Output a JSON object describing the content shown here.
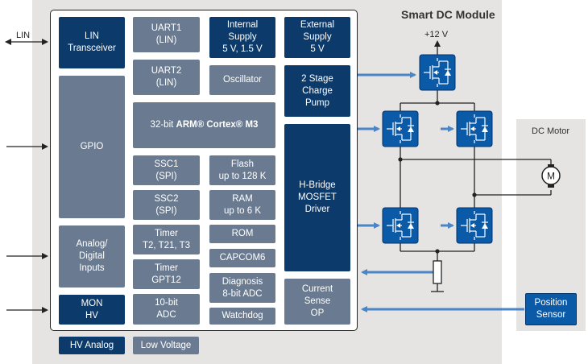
{
  "title": "Smart DC Module",
  "motor_title": "DC Motor",
  "lin_label": "LIN",
  "supply_label": "+12 V",
  "motor_symbol": "M",
  "blocks": {
    "lin": "LIN\nTransceiver",
    "gpio": "GPIO",
    "analog": "Analog/\nDigital\nInputs",
    "mon": "MON\nHV",
    "uart1": "UART1\n(LIN)",
    "uart2": "UART2\n(LIN)",
    "cpu_prefix": "32-bit ",
    "cpu_brand": "ARM® Cortex® M3",
    "ssc1": "SSC1\n(SPI)",
    "ssc2": "SSC2\n(SPI)",
    "timer1": "Timer\nT2, T21, T3",
    "timer2": "Timer\nGPT12",
    "adc10": "10-bit\nADC",
    "int_supply": "Internal\nSupply\n5 V, 1.5 V",
    "oscillator": "Oscillator",
    "flash": "Flash\nup to 128 K",
    "ram": "RAM\nup to 6 K",
    "rom": "ROM",
    "capcom": "CAPCOM6",
    "diag": "Diagnosis\n8-bit ADC",
    "watchdog": "Watchdog",
    "ext_supply": "External\nSupply\n5 V",
    "charge_pump": "2 Stage\nCharge\nPump",
    "hbridge": "H-Bridge\nMOSFET\nDriver",
    "current_sense": "Current\nSense\nOP",
    "position_sensor": "Position\nSensor"
  },
  "legend": {
    "hv": "HV Analog",
    "lv": "Low Voltage"
  },
  "colors": {
    "dark_blue": "#0b3a6b",
    "gray_blue": "#6a7b91",
    "arrow_blue": "#4a86c5",
    "accent": "#0a5aa8"
  }
}
